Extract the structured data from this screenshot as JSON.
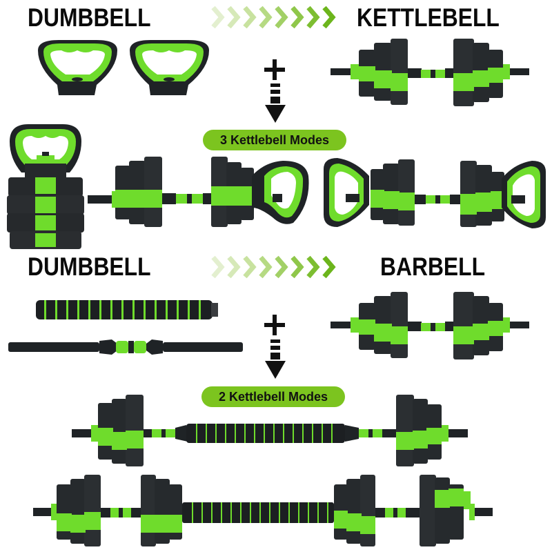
{
  "section1": {
    "left_heading": "DUMBBELL",
    "right_heading": "KETTLEBELL",
    "modes_badge": "3 Kettlebell Modes"
  },
  "section2": {
    "left_heading": "DUMBBELL",
    "right_heading": "BARBELL",
    "modes_badge": "2 Kettlebell Modes"
  },
  "colors": {
    "accent_green": "#7cc41f",
    "product_green": "#6fdc2c",
    "product_black": "#1f2326",
    "text": "#0a0a0a"
  },
  "icons": {
    "progress_arrows": "chevron-right-icon x8",
    "combine": "plus-icon",
    "result": "dashed-arrow-down-icon"
  },
  "products": [
    "kettlebell-handle",
    "kettlebell-handle",
    "dumbbell",
    "assembled-kettlebell",
    "dumbbell-with-one-handle",
    "dumbbell-with-two-handles",
    "foam-connector-bar",
    "threaded-bar",
    "dumbbell",
    "short-barbell",
    "long-barbell"
  ]
}
